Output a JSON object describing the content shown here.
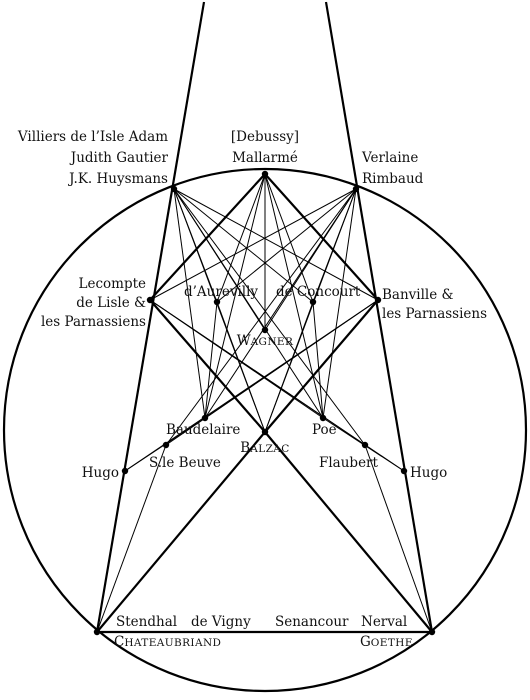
{
  "labels": {
    "villiers": "Villiers de l’Isle Adam",
    "judith": "Judith Gautier",
    "huysmans": "J.K. Huysmans",
    "debussy": "[Debussy]",
    "mallarme": "Mallarmé",
    "verlaine": "Verlaine",
    "rimbaud": "Rimbaud",
    "lecompte_1": "Lecompte",
    "lecompte_2": "de Lisle &",
    "lecompte_3": "les Parnassiens",
    "banville_1": "Banville &",
    "banville_2": "les Parnassiens",
    "aurevilly": "d’Aurevilly",
    "goncourt": "de Concourt",
    "wagner_w": "W",
    "wagner_rest": "AGNER",
    "baudelaire": "Baudelaire",
    "balzac_b": "B",
    "balzac_rest": "ALZAC",
    "poe": "Poe",
    "sainte_beuve": "S.le Beuve",
    "flaubert": "Flaubert",
    "hugo_left": "Hugo",
    "hugo_right": "Hugo",
    "stendhal": "Stendhal",
    "devigny": "de Vigny",
    "senancour": "Senancour",
    "nerval": "Nerval",
    "chateaubriand_c": "C",
    "chateaubriand_rest": "HATEAUBRIAND",
    "goethe_g": "G",
    "goethe_rest": "OETHE"
  }
}
